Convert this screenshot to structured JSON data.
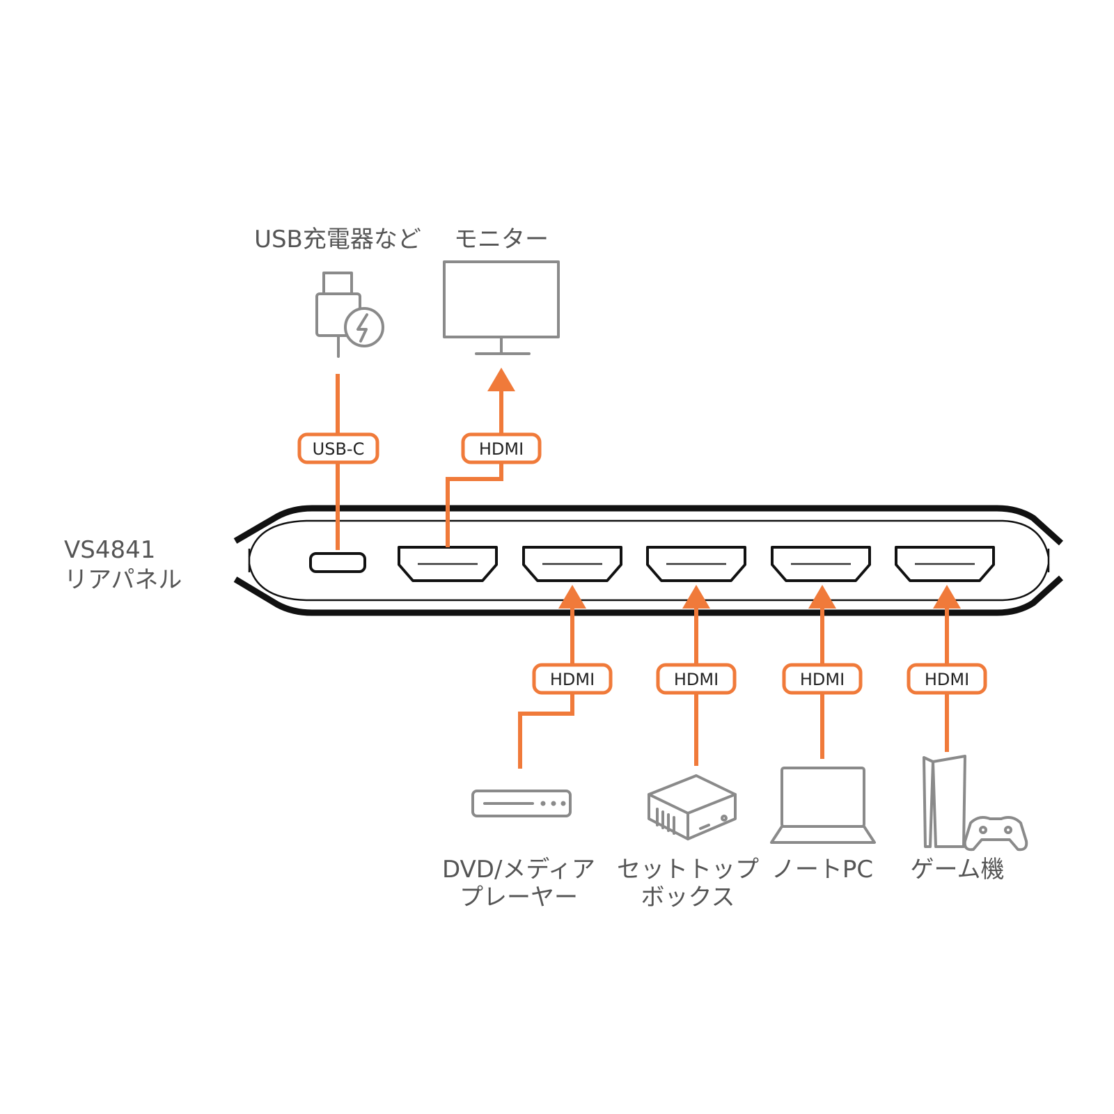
{
  "device": {
    "name": "VS4841",
    "panel": "リアパネル"
  },
  "devices": {
    "usb_charger": "USB充電器など",
    "monitor": "モニター",
    "dvd_line1": "DVD/メディア",
    "dvd_line2": "プレーヤー",
    "stb_line1": "セットトップ",
    "stb_line2": "ボックス",
    "laptop": "ノートPC",
    "game": "ゲーム機"
  },
  "connectors": {
    "usbc": "USB-C",
    "hdmi_out": "HDMI",
    "hdmi_in1": "HDMI",
    "hdmi_in2": "HDMI",
    "hdmi_in3": "HDMI",
    "hdmi_in4": "HDMI"
  },
  "colors": {
    "accent": "#f07a3a",
    "icon": "#8a8a8a",
    "outline": "#111111"
  }
}
